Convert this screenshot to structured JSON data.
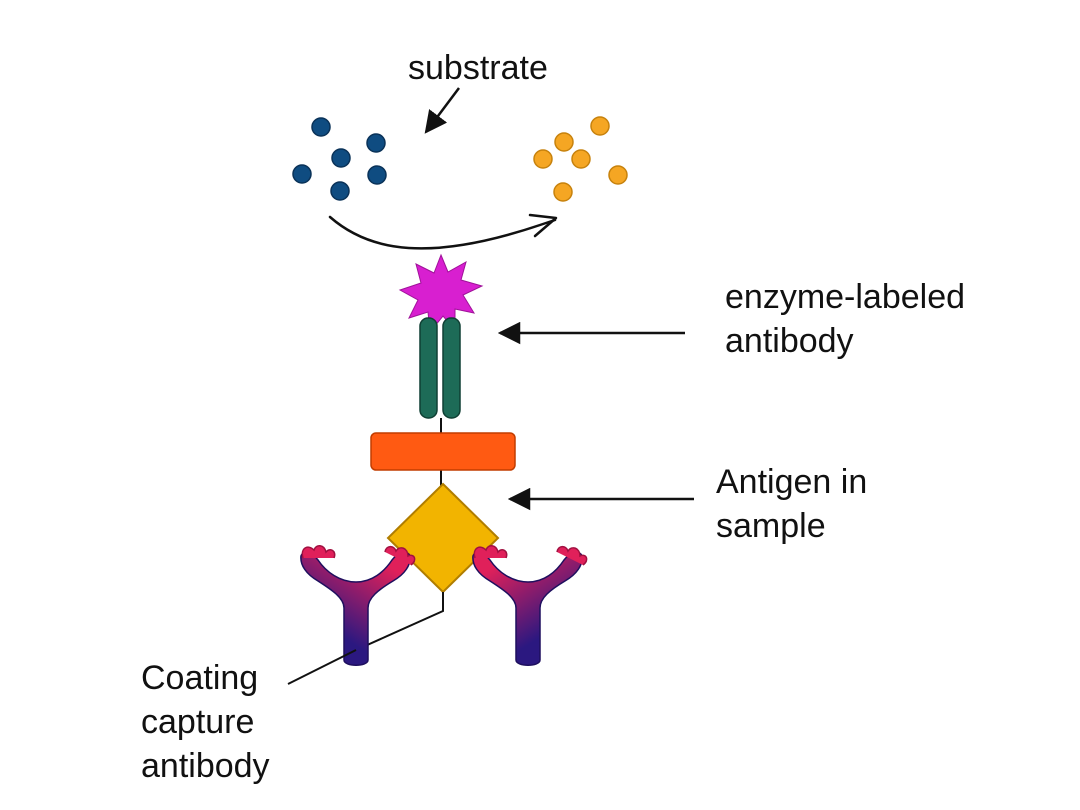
{
  "labels": {
    "substrate": "substrate",
    "enzyme_labeled_antibody": [
      "enzyme-labeled",
      "antibody"
    ],
    "antigen_in_sample": [
      "Antigen in",
      "sample"
    ],
    "coating_capture_antibody": [
      "Coating",
      "capture",
      "antibody"
    ]
  },
  "colors": {
    "substrate_before": "#0f4c81",
    "substrate_after": "#f5a623",
    "enzyme": "#d81fd0",
    "detection_antibody": "#1d6b57",
    "link_bar": "#ff5a12",
    "antigen": "#f2b400",
    "capture_antibody_stem": "#2b1880",
    "capture_antibody_tips": "#e0205a",
    "lines": "#111111"
  }
}
